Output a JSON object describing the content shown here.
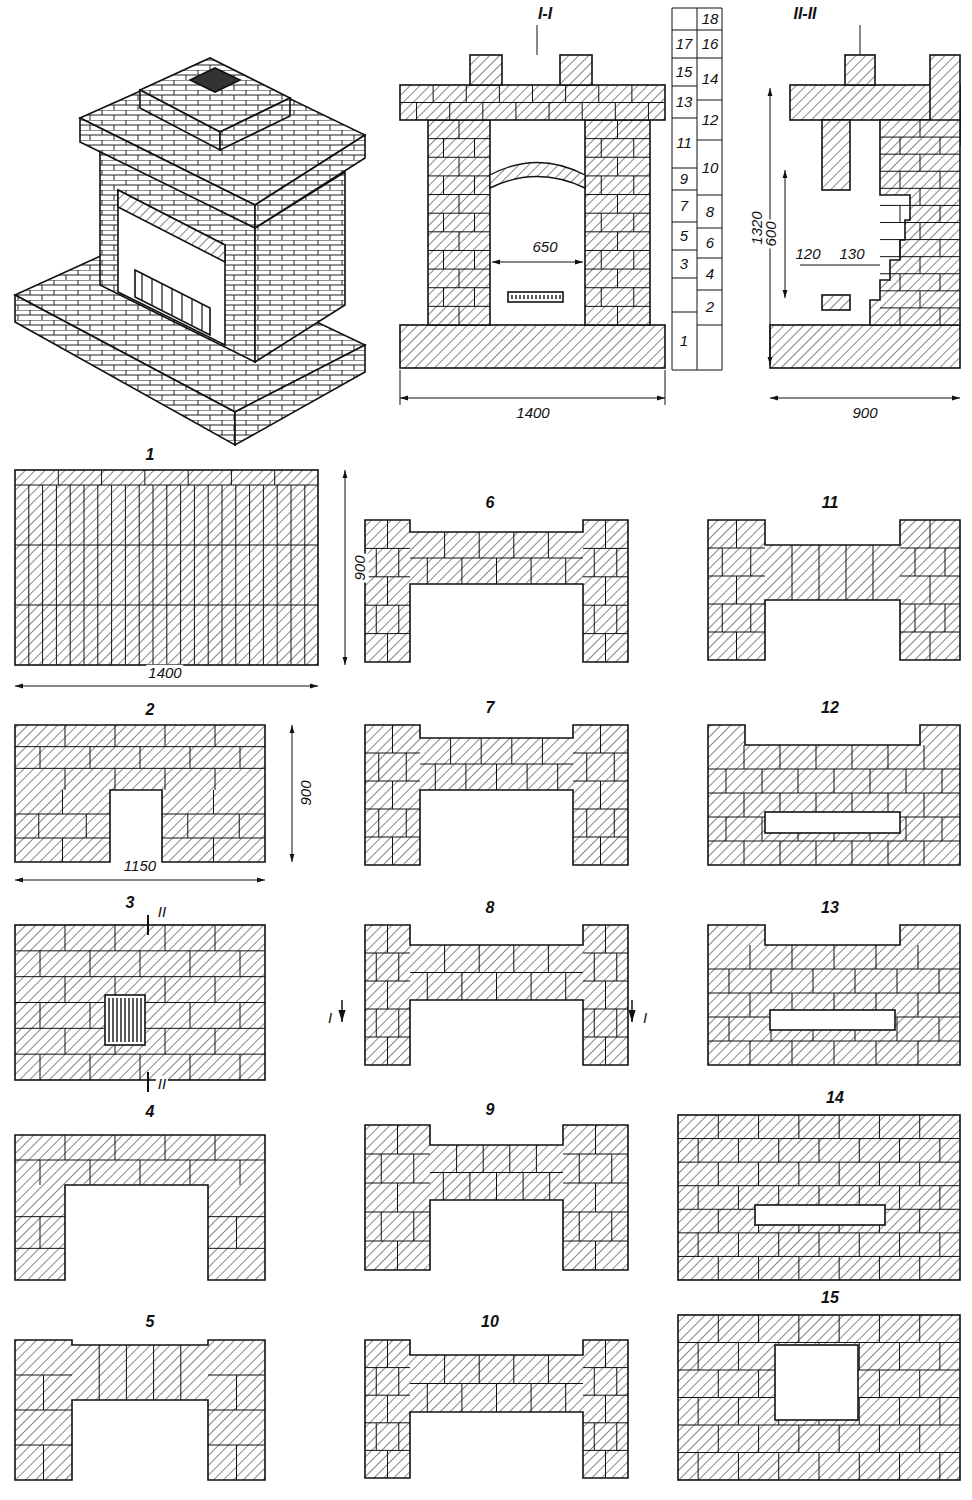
{
  "diagram": {
    "labels": [
      "I-I",
      "II-II",
      "18",
      "17",
      "16",
      "15",
      "14",
      "13",
      "12",
      "11",
      "10",
      "9",
      "8",
      "7",
      "6",
      "5",
      "4",
      "3",
      "2",
      "1",
      "650",
      "1400",
      "1320",
      "600",
      "120",
      "130",
      "900",
      "1",
      "900",
      "1400",
      "2",
      "900",
      "1150",
      "3",
      "II",
      "II",
      "4",
      "5",
      "6",
      "7",
      "8",
      "I",
      "I",
      "9",
      "10",
      "11",
      "12",
      "13",
      "14",
      "15"
    ]
  }
}
